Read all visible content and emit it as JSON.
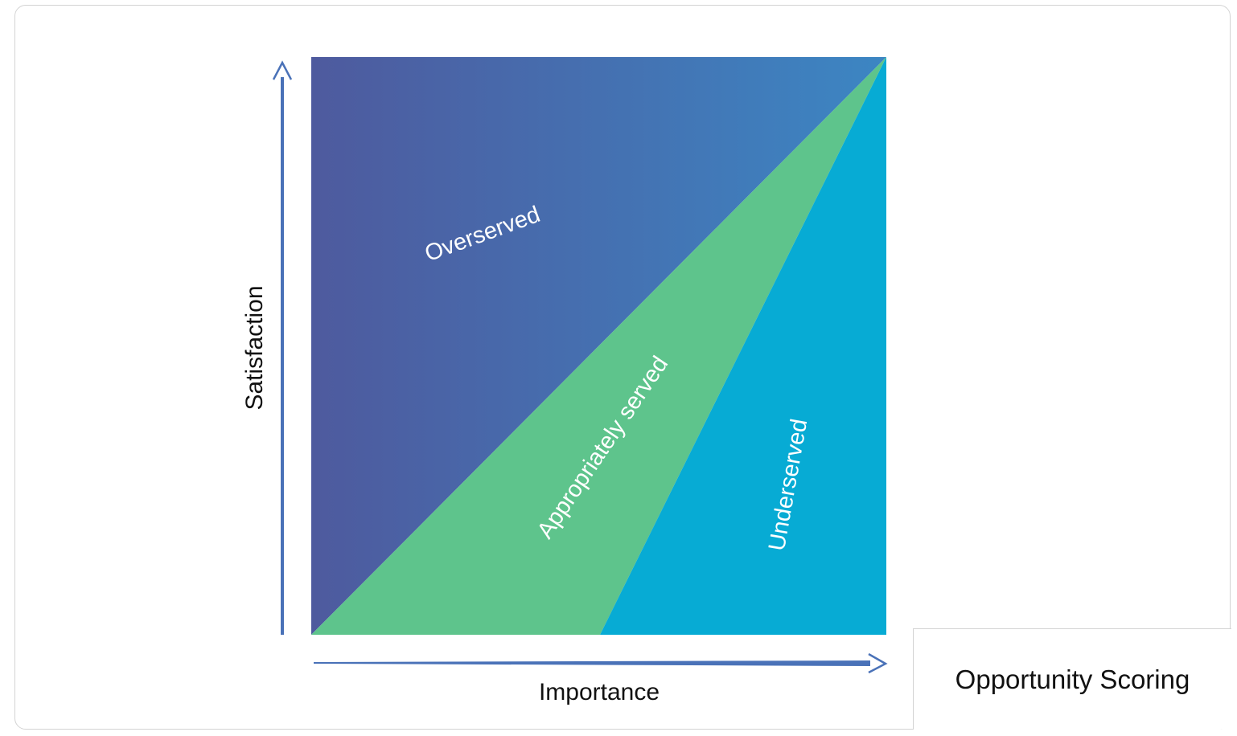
{
  "diagram": {
    "regions": {
      "overserved": "Overserved",
      "appropriately_served": "Appropriately served",
      "underserved": "Underserved"
    },
    "axes": {
      "y_label": "Satisfaction",
      "x_label": "Importance"
    },
    "caption": "Opportunity Scoring"
  },
  "colors": {
    "overserved_start": "#4E5A9E",
    "overserved_end": "#3C86C3",
    "appropriately_served": "#5EC48C",
    "underserved": "#07ABD4",
    "axis_arrow": "#4A72B8",
    "label_text": "#FFFFFF",
    "axis_text": "#111111"
  }
}
